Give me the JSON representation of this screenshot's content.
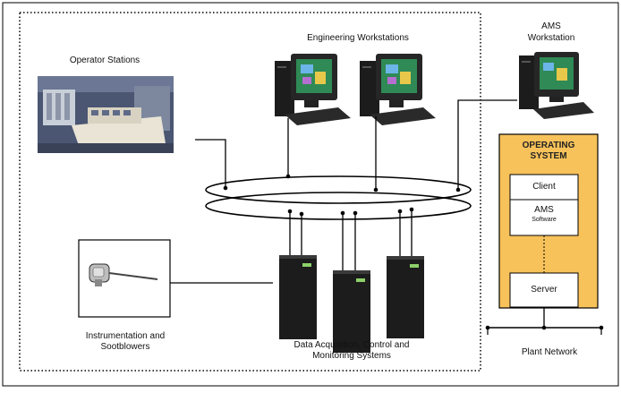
{
  "labels": {
    "operator_stations": "Operator Stations",
    "engineering_workstations": "Engineering Workstations",
    "ams_workstation_line1": "AMS",
    "ams_workstation_line2": "Workstation",
    "instrumentation_line1": "Instrumentation and",
    "instrumentation_line2": "Sootblowers",
    "daq_line1": "Data Acquisition, Control and",
    "daq_line2": "Monitoring Systems",
    "plant_network": "Plant Network"
  },
  "operating_system": {
    "title_line1": "OPERATING",
    "title_line2": "SYSTEM",
    "client": "Client",
    "ams": "AMS",
    "ams_sub": "Software",
    "server": "Server"
  },
  "colors": {
    "os_fill": "#f7c25a",
    "line": "#000000",
    "tower": "#1c1c1c",
    "monitor_screen": "#2f8a55"
  }
}
